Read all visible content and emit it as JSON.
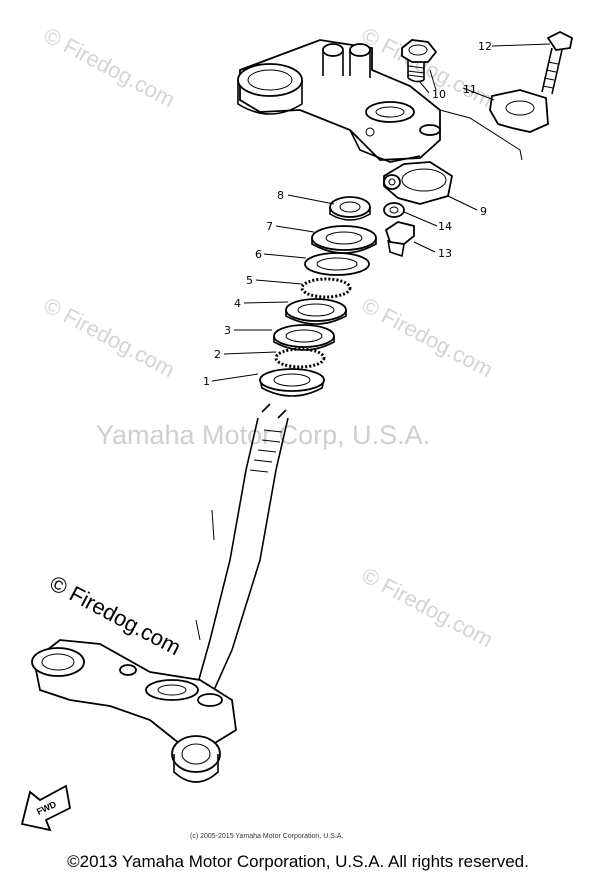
{
  "watermarks": {
    "firedog_small": "© Firedog.com",
    "firedog_large": "© Firedog.com",
    "center": "Yamaha Motor Corp, U.S.A."
  },
  "callouts": [
    "1",
    "2",
    "3",
    "4",
    "5",
    "6",
    "7",
    "8",
    "9",
    "10",
    "11",
    "12",
    "13",
    "14"
  ],
  "fwd_label": "FWD",
  "small_credit": "(c) 2005-2015 Yamaha Motor Corporation, U.S.A.",
  "copyright": "©2013 Yamaha Motor Corporation, U.S.A. All rights reserved."
}
